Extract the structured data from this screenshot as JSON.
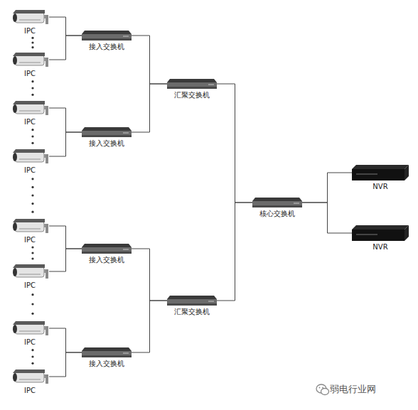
{
  "diagram": {
    "nodes": [
      {
        "text": [
          "IPC"
        ]
      },
      {
        "text": [
          "IPC"
        ]
      },
      {
        "text": [
          "接入交换机"
        ]
      },
      {
        "text": [
          "IPC"
        ]
      },
      {
        "text": [
          "IPC"
        ]
      },
      {
        "text": [
          "接入交换机"
        ]
      },
      {
        "text": [
          "汇聚交换机"
        ]
      },
      {
        "text": [
          "IPC"
        ]
      },
      {
        "text": [
          "IPC"
        ]
      },
      {
        "text": [
          "接入交换机"
        ]
      },
      {
        "text": [
          "IPC"
        ]
      },
      {
        "text": [
          "IPC"
        ]
      },
      {
        "text": [
          "接入交换机"
        ]
      },
      {
        "text": [
          "汇聚交换机"
        ]
      },
      {
        "text": [
          "核心交换机"
        ]
      },
      {
        "text": [
          "NVR"
        ]
      },
      {
        "text": [
          "NVR"
        ]
      }
    ],
    "edges": [
      {
        "from": 0,
        "to": 2,
        "arrow": "none"
      },
      {
        "from": 1,
        "to": 2,
        "arrow": "none"
      },
      {
        "from": 3,
        "to": 5,
        "arrow": "none"
      },
      {
        "from": 4,
        "to": 5,
        "arrow": "none"
      },
      {
        "from": 2,
        "to": 6,
        "arrow": "none"
      },
      {
        "from": 5,
        "to": 6,
        "arrow": "none"
      },
      {
        "from": 7,
        "to": 9,
        "arrow": "none"
      },
      {
        "from": 8,
        "to": 9,
        "arrow": "none"
      },
      {
        "from": 10,
        "to": 12,
        "arrow": "none"
      },
      {
        "from": 11,
        "to": 12,
        "arrow": "none"
      },
      {
        "from": 9,
        "to": 13,
        "arrow": "none"
      },
      {
        "from": 12,
        "to": 13,
        "arrow": "none"
      },
      {
        "from": 6,
        "to": 14,
        "arrow": "none"
      },
      {
        "from": 13,
        "to": 14,
        "arrow": "none"
      },
      {
        "from": 14,
        "to": 15,
        "arrow": "none"
      },
      {
        "from": 14,
        "to": 16,
        "arrow": "none"
      }
    ],
    "labels": [
      "弱电行业网"
    ]
  }
}
